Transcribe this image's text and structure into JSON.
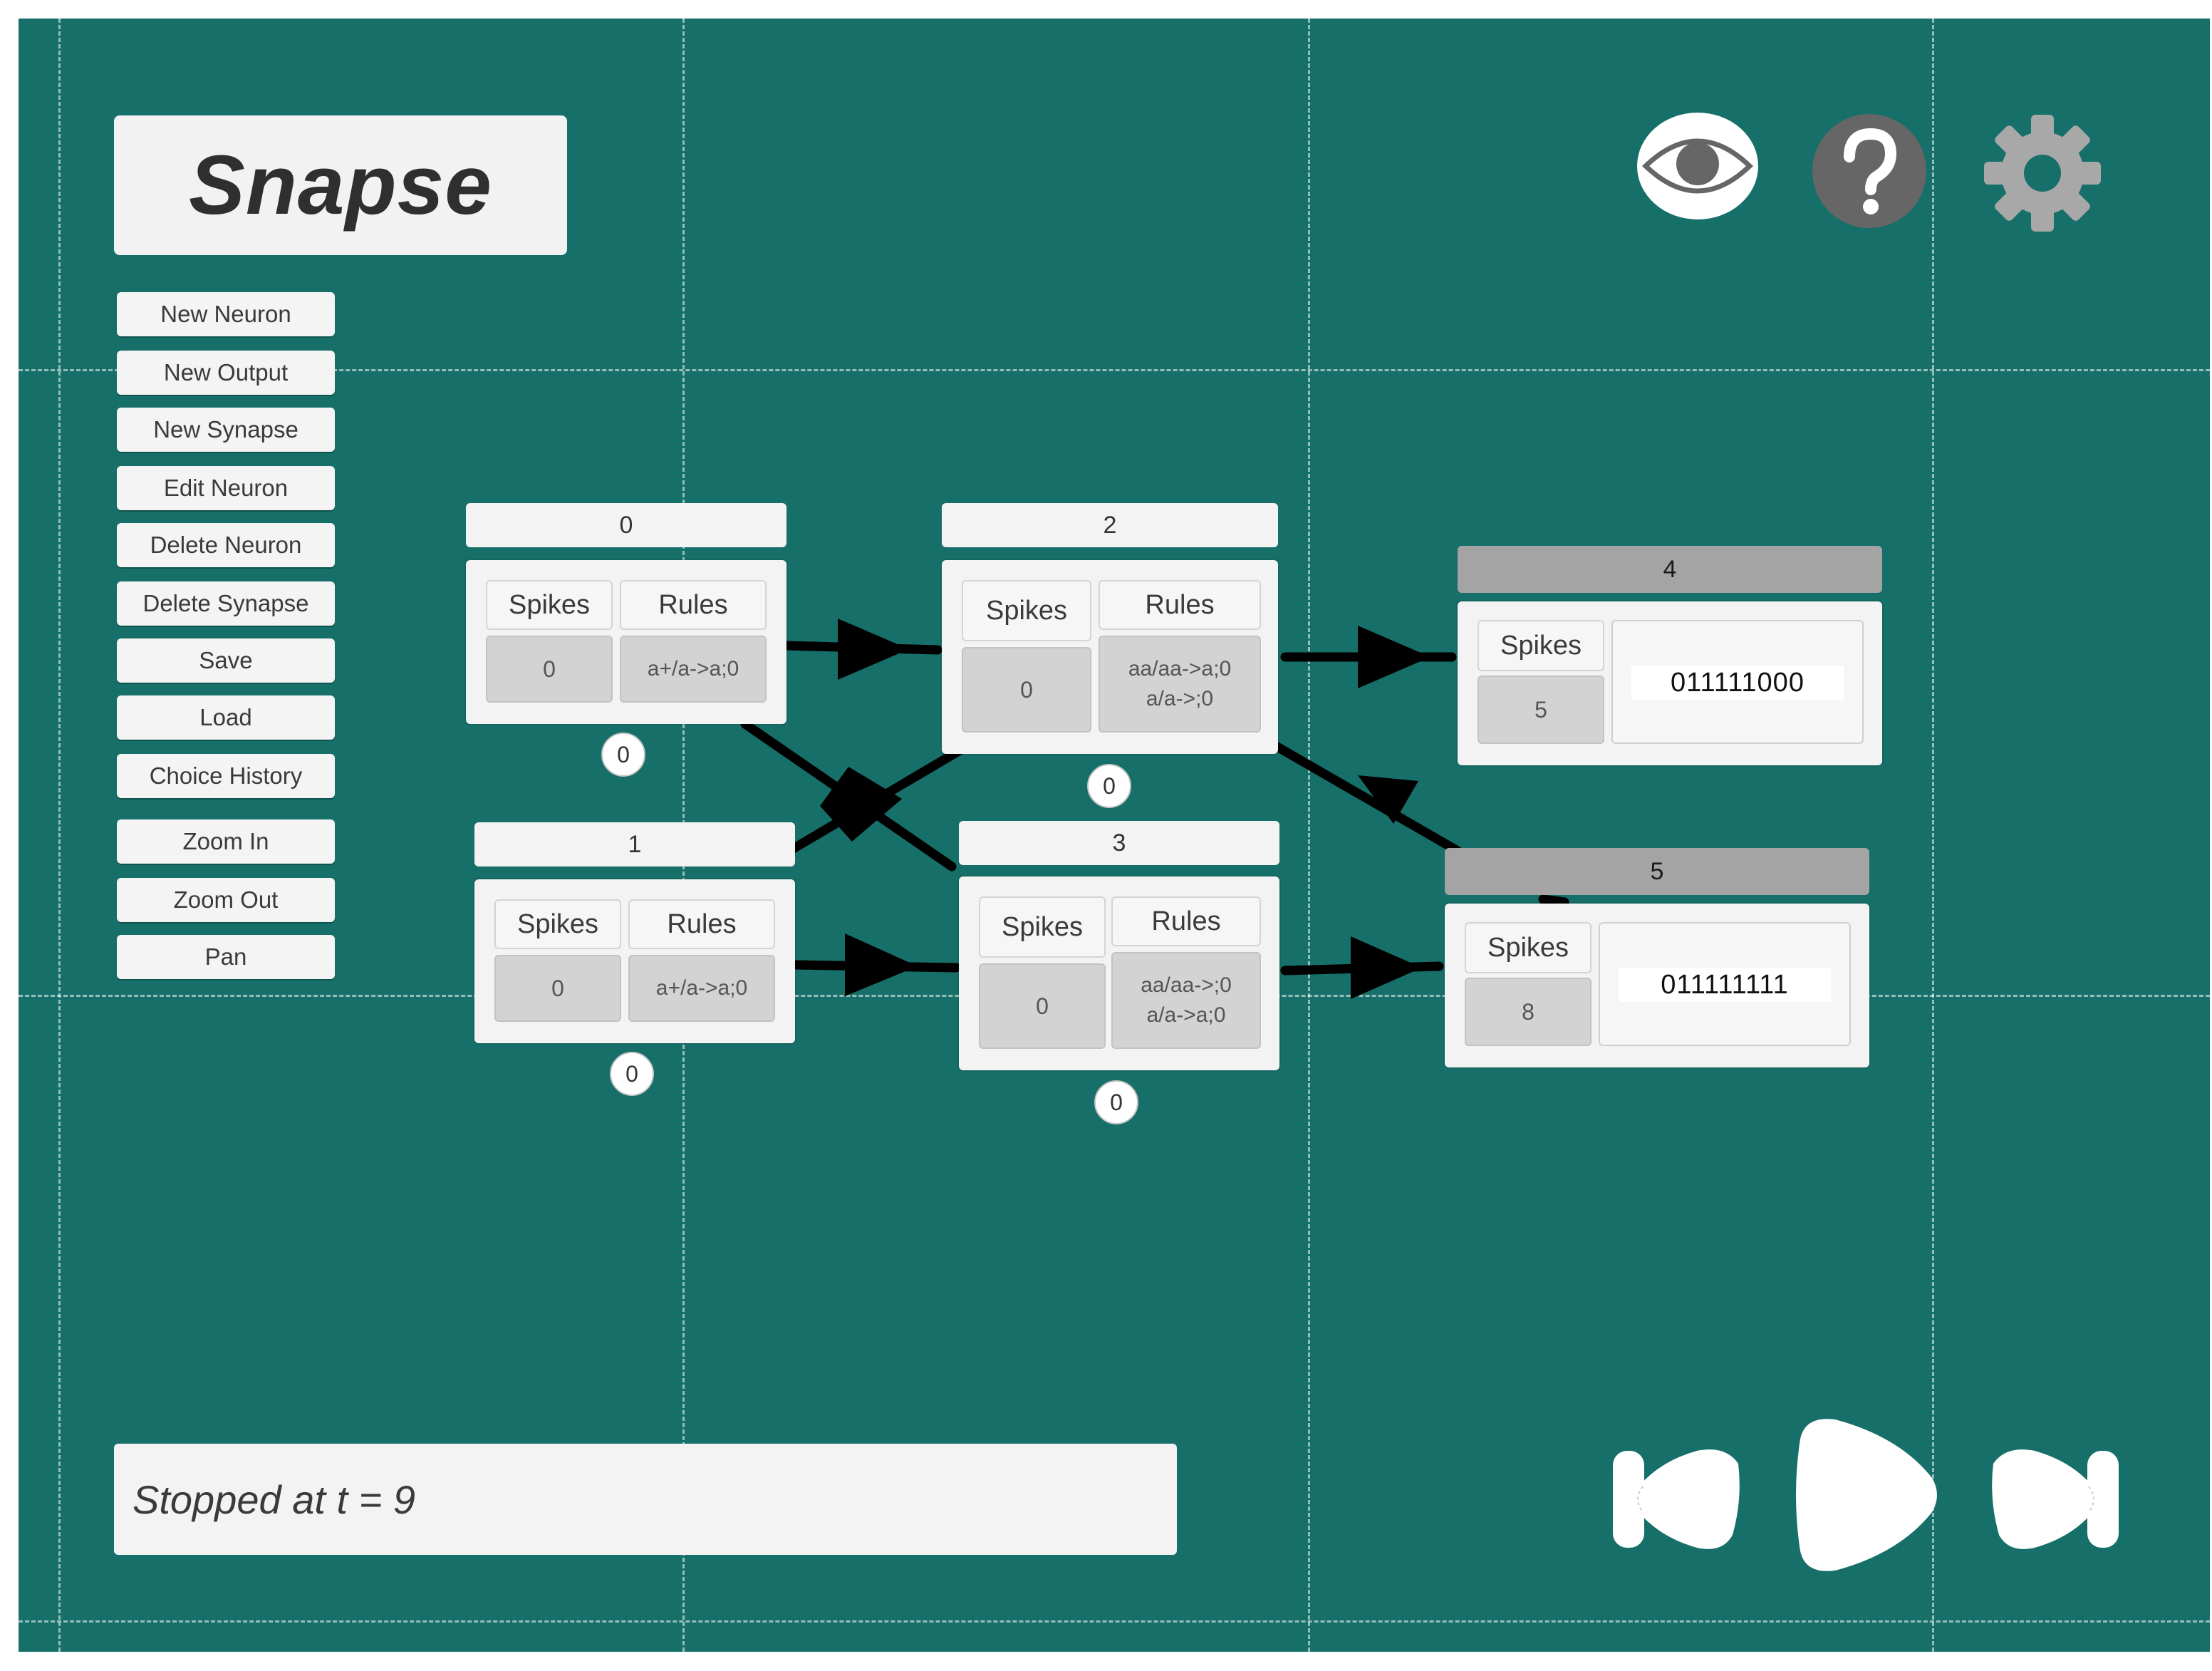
{
  "app": {
    "title": "Snapse"
  },
  "icons": {
    "view": "eye-icon",
    "help": "question-mark-icon",
    "settings": "gear-icon",
    "previous": "skip-back-icon",
    "play": "play-icon",
    "next": "skip-forward-icon"
  },
  "menu": {
    "new_neuron": "New Neuron",
    "new_output": "New Output",
    "new_synapse": "New Synapse",
    "edit_neuron": "Edit Neuron",
    "delete_neuron": "Delete Neuron",
    "delete_synapse": "Delete Synapse",
    "save": "Save",
    "load": "Load",
    "choice_history": "Choice History",
    "zoom_in": "Zoom In",
    "zoom_out": "Zoom Out",
    "pan": "Pan"
  },
  "neurons": {
    "n0": {
      "id": "0",
      "spikes_header": "Spikes",
      "rules_header": "Rules",
      "spikes": "0",
      "rules": [
        "a+/a->a;0"
      ],
      "delay": "0"
    },
    "n1": {
      "id": "1",
      "spikes_header": "Spikes",
      "rules_header": "Rules",
      "spikes": "0",
      "rules": [
        "a+/a->a;0"
      ],
      "delay": "0"
    },
    "n2": {
      "id": "2",
      "spikes_header": "Spikes",
      "rules_header": "Rules",
      "spikes": "0",
      "rules": [
        "aa/aa->a;0",
        "a/a->;0"
      ],
      "delay": "0"
    },
    "n3": {
      "id": "3",
      "spikes_header": "Spikes",
      "rules_header": "Rules",
      "spikes": "0",
      "rules": [
        "aa/aa->;0",
        "a/a->a;0"
      ],
      "delay": "0"
    }
  },
  "outputs": {
    "n4": {
      "id": "4",
      "spikes_header": "Spikes",
      "spikes": "5",
      "bitstring": "011111000"
    },
    "n5": {
      "id": "5",
      "spikes_header": "Spikes",
      "spikes": "8",
      "bitstring": "011111111"
    }
  },
  "status": {
    "text": "Stopped at t = 9"
  },
  "colors": {
    "canvas": "#166f68",
    "panel": "#f3f3f3",
    "output_label": "#a4a4a4",
    "synapse": "#000000"
  }
}
